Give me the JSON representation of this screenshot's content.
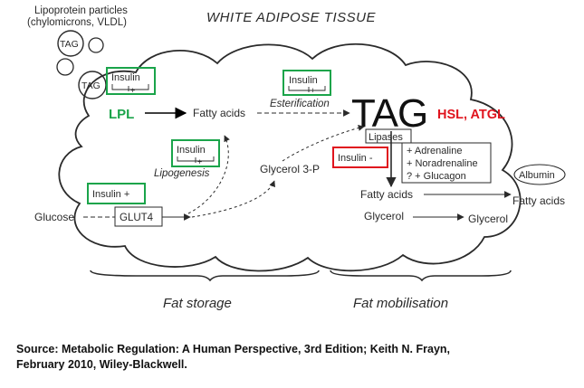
{
  "header": {
    "title": "WHITE ADIPOSE TISSUE",
    "lipoprotein_line1": "Lipoprotein particles",
    "lipoprotein_line2": "(chylomicrons, VLDL)"
  },
  "nodes": {
    "tag_small": "TAG",
    "tag_large": "TAG",
    "lpl": "LPL",
    "fatty_acids": "Fatty acids",
    "esterification": "Esterification",
    "hsl_atgl": "HSL, ATGL",
    "lipases": "Lipases",
    "adrenaline": "+ Adrenaline",
    "noradrenaline": "+ Noradrenaline",
    "glucagon": "? + Glucagon",
    "lipogenesis": "Lipogenesis",
    "glycerol_3p": "Glycerol 3-P",
    "glucose": "Glucose",
    "glut4": "GLUT4",
    "fatty_acids_out": "Fatty acids",
    "fatty_acids_right": "Fatty acids",
    "albumin": "Albumin",
    "glycerol": "Glycerol",
    "glycerol_right": "Glycerol",
    "fat_storage": "Fat storage",
    "fat_mobilisation": "Fat mobilisation"
  },
  "insulin_labels": {
    "lpl": "Insulin",
    "lpl_sign": "+",
    "esterification": "Insulin",
    "esterification_sign": "+",
    "lipogenesis": "Insulin",
    "lipogenesis_sign": "+",
    "glut4": "Insulin +",
    "lipolysis": "Insulin -"
  },
  "source": {
    "line1": "Source: Metabolic Regulation: A Human Perspective, 3rd Edition; Keith N. Frayn,",
    "line2": "February 2010, Wiley-Blackwell."
  },
  "colors": {
    "green": "#1aa44a",
    "red": "#e0141e",
    "ink": "#2a2a2a"
  }
}
